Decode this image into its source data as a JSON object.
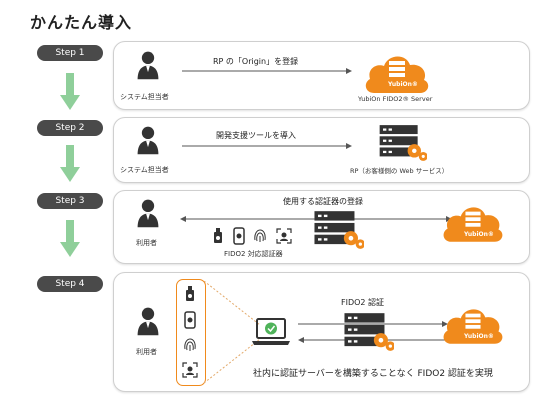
{
  "title": "かんたん導入",
  "steps": [
    {
      "label": "Step 1"
    },
    {
      "label": "Step 2"
    },
    {
      "label": "Step 3"
    },
    {
      "label": "Step 4"
    }
  ],
  "step1": {
    "person_caption": "システム担当者",
    "arrow_label": "RP の「Origin」を登録",
    "server_caption": "YubiOn FIDO2® Server",
    "cloud_logo": "YubiOn®"
  },
  "step2": {
    "person_caption": "システム担当者",
    "arrow_label": "開発支援ツールを導入",
    "server_caption": "RP（お客様側の Web サービス）"
  },
  "step3": {
    "person_caption": "利用者",
    "arrow_label": "使用する認証器の登録",
    "devices_caption": "FIDO2 対応認証器",
    "cloud_logo": "YubiOn®"
  },
  "step4": {
    "person_caption": "利用者",
    "arrow_label": "FIDO2 認証",
    "bottom_text": "社内に認証サーバーを構築することなく FIDO2 認証を実現",
    "cloud_logo": "YubiOn®"
  },
  "colors": {
    "orange": "#f08a1c",
    "green_arrow": "#8fcf9a",
    "pill": "#4a4a4a",
    "dark_icon": "#333333"
  }
}
